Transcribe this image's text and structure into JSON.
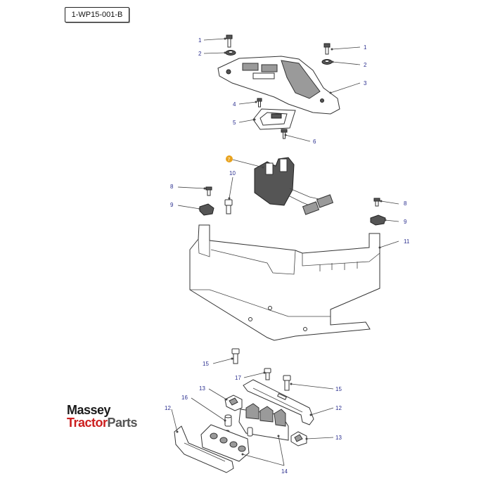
{
  "reference_code": "1-WP15-001-B",
  "callouts": [
    {
      "id": "c1a",
      "label": "1"
    },
    {
      "id": "c2a",
      "label": "2"
    },
    {
      "id": "c1b",
      "label": "1"
    },
    {
      "id": "c2b",
      "label": "2"
    },
    {
      "id": "c3",
      "label": "3"
    },
    {
      "id": "c4",
      "label": "4"
    },
    {
      "id": "c5",
      "label": "5"
    },
    {
      "id": "c6",
      "label": "6"
    },
    {
      "id": "c7",
      "label": "7"
    },
    {
      "id": "c10",
      "label": "10"
    },
    {
      "id": "c8a",
      "label": "8"
    },
    {
      "id": "c9a",
      "label": "9"
    },
    {
      "id": "c8b",
      "label": "8"
    },
    {
      "id": "c9b",
      "label": "9"
    },
    {
      "id": "c11",
      "label": "11"
    },
    {
      "id": "c15a",
      "label": "15"
    },
    {
      "id": "c17",
      "label": "17"
    },
    {
      "id": "c15b",
      "label": "15"
    },
    {
      "id": "c13a",
      "label": "13"
    },
    {
      "id": "c16",
      "label": "16"
    },
    {
      "id": "c12a",
      "label": "12"
    },
    {
      "id": "c12b",
      "label": "12"
    },
    {
      "id": "c13b",
      "label": "13"
    },
    {
      "id": "c14",
      "label": "14"
    }
  ],
  "logo": {
    "line1": "Massey",
    "line2_red": "Tractor",
    "line2_grey": "Parts"
  },
  "colors": {
    "callout": "#2b2f8f",
    "highlight": "#e8a21c",
    "logo_red": "#cc1f1f"
  }
}
